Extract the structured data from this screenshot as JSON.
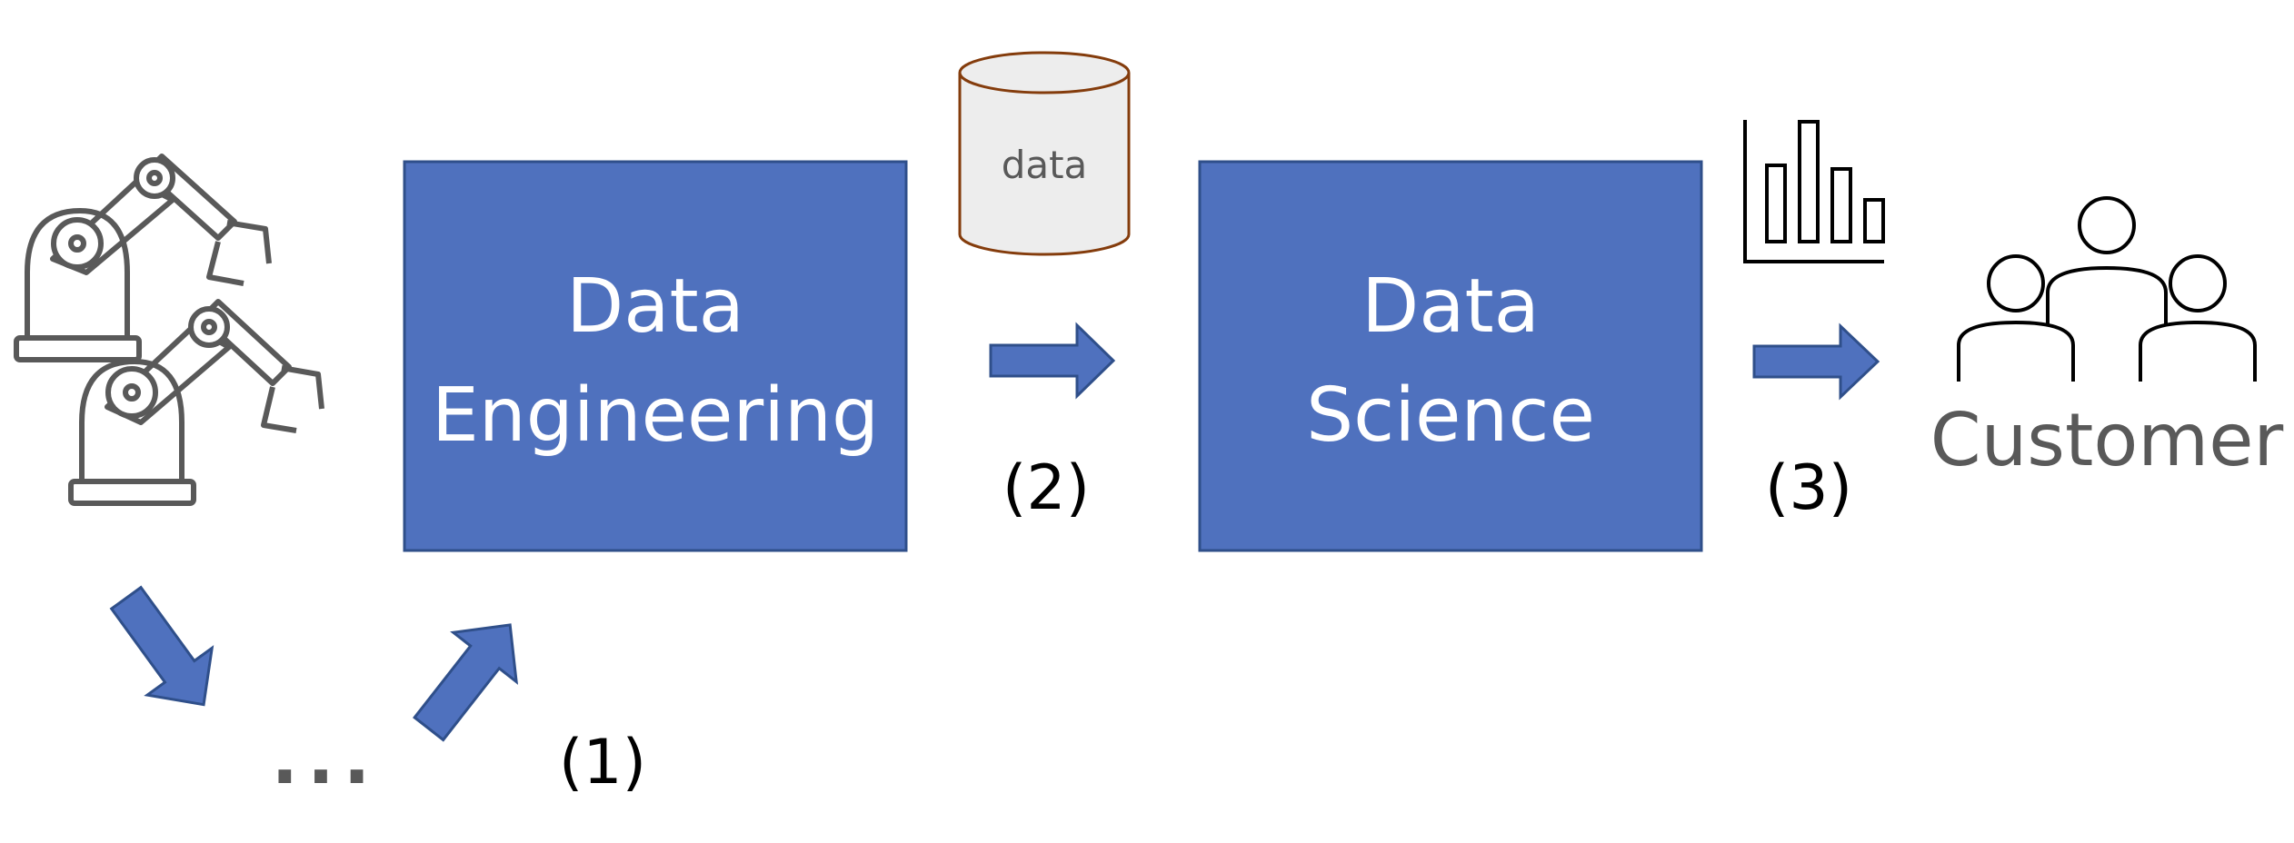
{
  "diagram": {
    "boxes": {
      "data_engineering": {
        "line1": "Data",
        "line2": "Engineering"
      },
      "data_science": {
        "line1": "Data",
        "line2": "Science"
      }
    },
    "database": {
      "label": "data"
    },
    "customer": {
      "label": "Customer"
    },
    "steps": {
      "step1": "(1)",
      "step2": "(2)",
      "step3": "(3)"
    },
    "ellipsis": "...",
    "colors": {
      "box_fill": "#4F71BE",
      "box_stroke": "#2F4F8A",
      "box_text": "#FFFFFF",
      "icon_gray": "#595959",
      "db_fill": "#EDEDED",
      "db_stroke": "#843C0C",
      "label_dark": "#000000"
    },
    "icons": [
      "robot-arm-icon",
      "database-icon",
      "bar-chart-icon",
      "people-group-icon",
      "arrow-icon"
    ]
  }
}
